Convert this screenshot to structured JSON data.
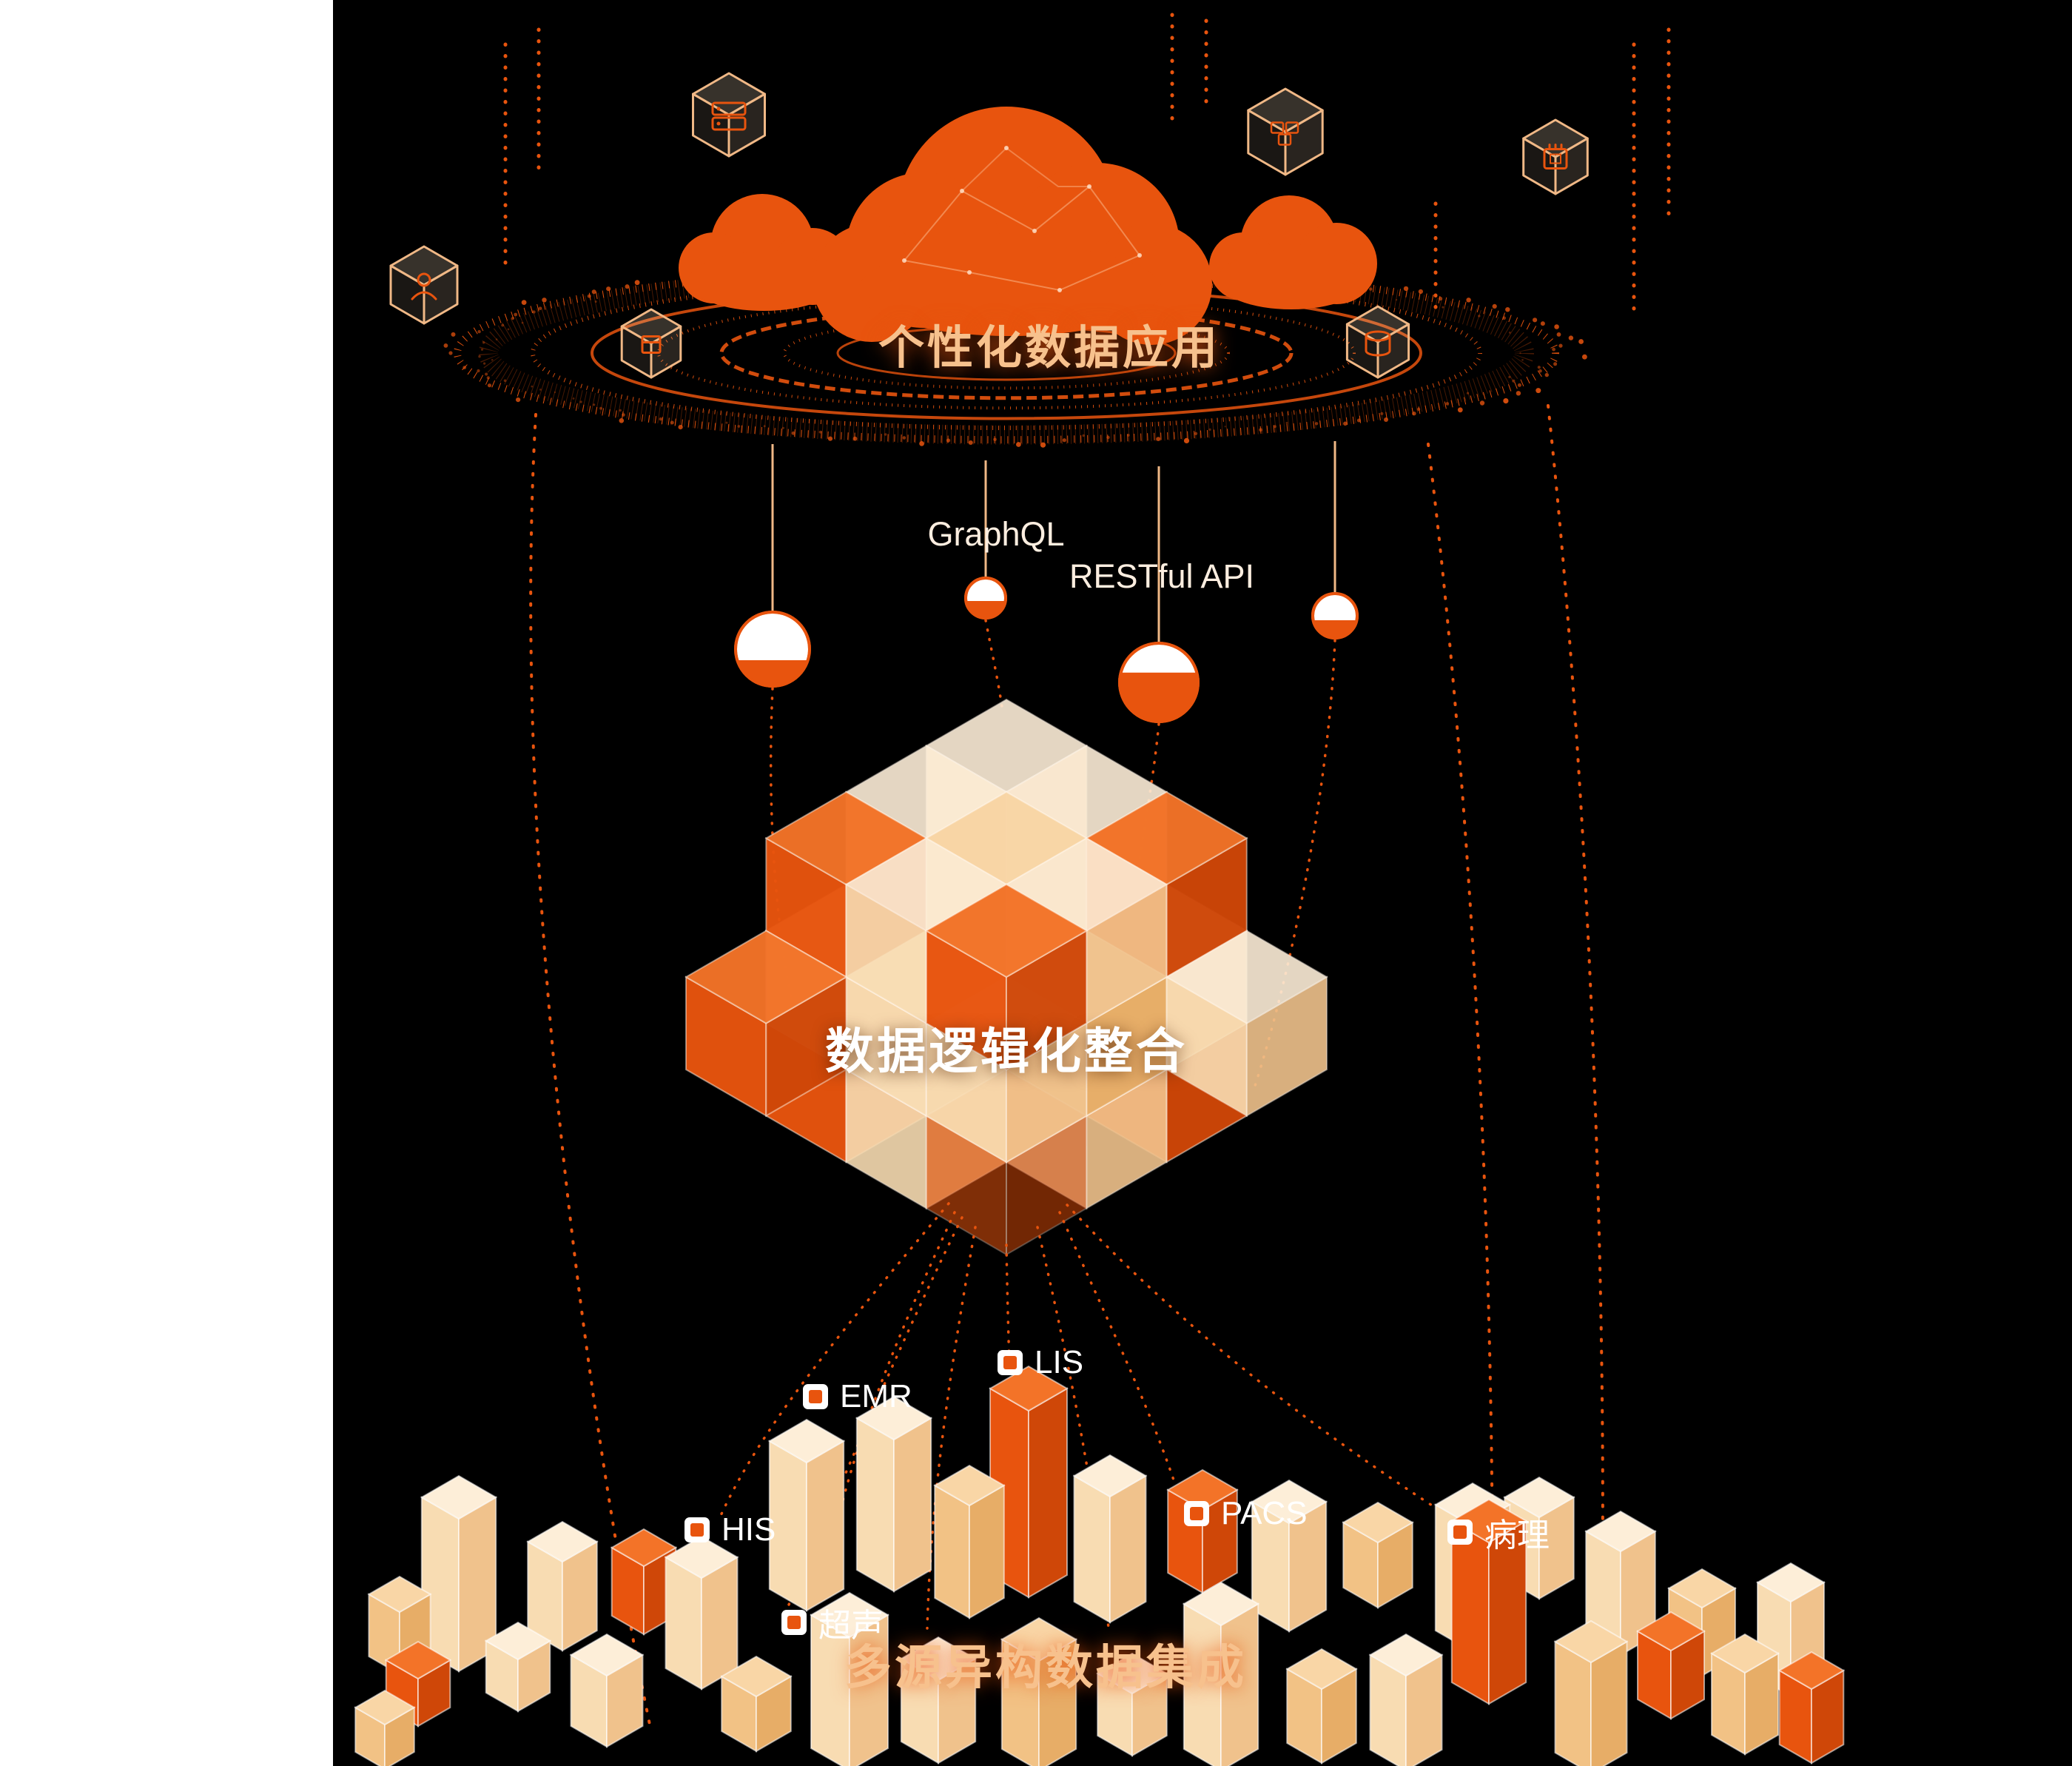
{
  "colors": {
    "background": "#000000",
    "page": "#ffffff",
    "accent": "#e8540e",
    "accent_deep": "#cf4708",
    "accent_light": "#f37328",
    "cream": "#fdeed8",
    "cream_mid": "#f8dcb2",
    "cream_deep": "#f0c28c",
    "peach_text": "#f7c18d",
    "label_white": "#ffffff"
  },
  "layers": {
    "top": {
      "title": "个性化数据应用"
    },
    "middle": {
      "title": "数据逻辑化整合"
    },
    "bottom": {
      "title": "多源异构数据集成"
    }
  },
  "api_labels": {
    "graphql": "GraphQL",
    "restful": "RESTful API"
  },
  "source_systems": [
    {
      "label": "EMR"
    },
    {
      "label": "LIS"
    },
    {
      "label": "HIS"
    },
    {
      "label": "PACS"
    },
    {
      "label": "病理"
    },
    {
      "label": "超声"
    }
  ],
  "icons": {
    "floating": [
      "server-icon",
      "stack-icon",
      "chip-icon",
      "user-icon",
      "box-icon",
      "database-icon"
    ]
  }
}
